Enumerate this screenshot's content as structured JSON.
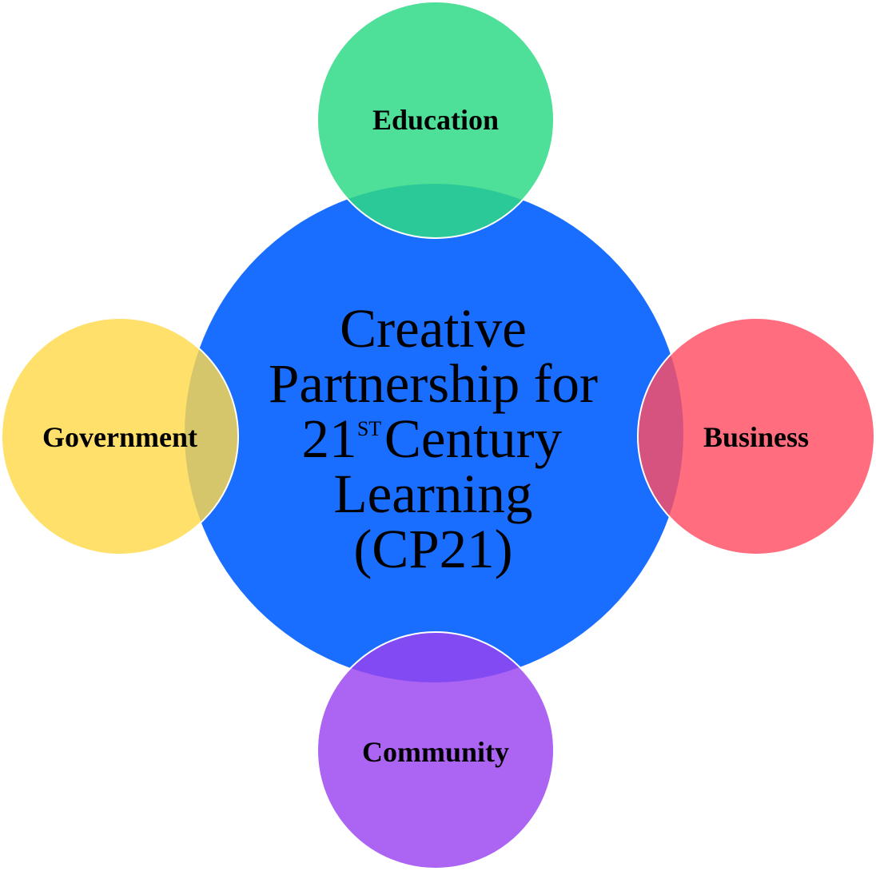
{
  "center": {
    "line1": "Creative",
    "line2": "Partnership for",
    "line3_number": "21",
    "line3_sup": "ST",
    "line3_rest": "Century",
    "line4": "Learning",
    "line5": "(CP21)",
    "color": "#1a6eff"
  },
  "nodes": {
    "education": {
      "label": "Education",
      "color": "#2fd986"
    },
    "business": {
      "label": "Business",
      "color": "#ff4d61"
    },
    "community": {
      "label": "Community",
      "color": "#9a42f0"
    },
    "government": {
      "label": "Government",
      "color": "#ffd94a"
    }
  }
}
